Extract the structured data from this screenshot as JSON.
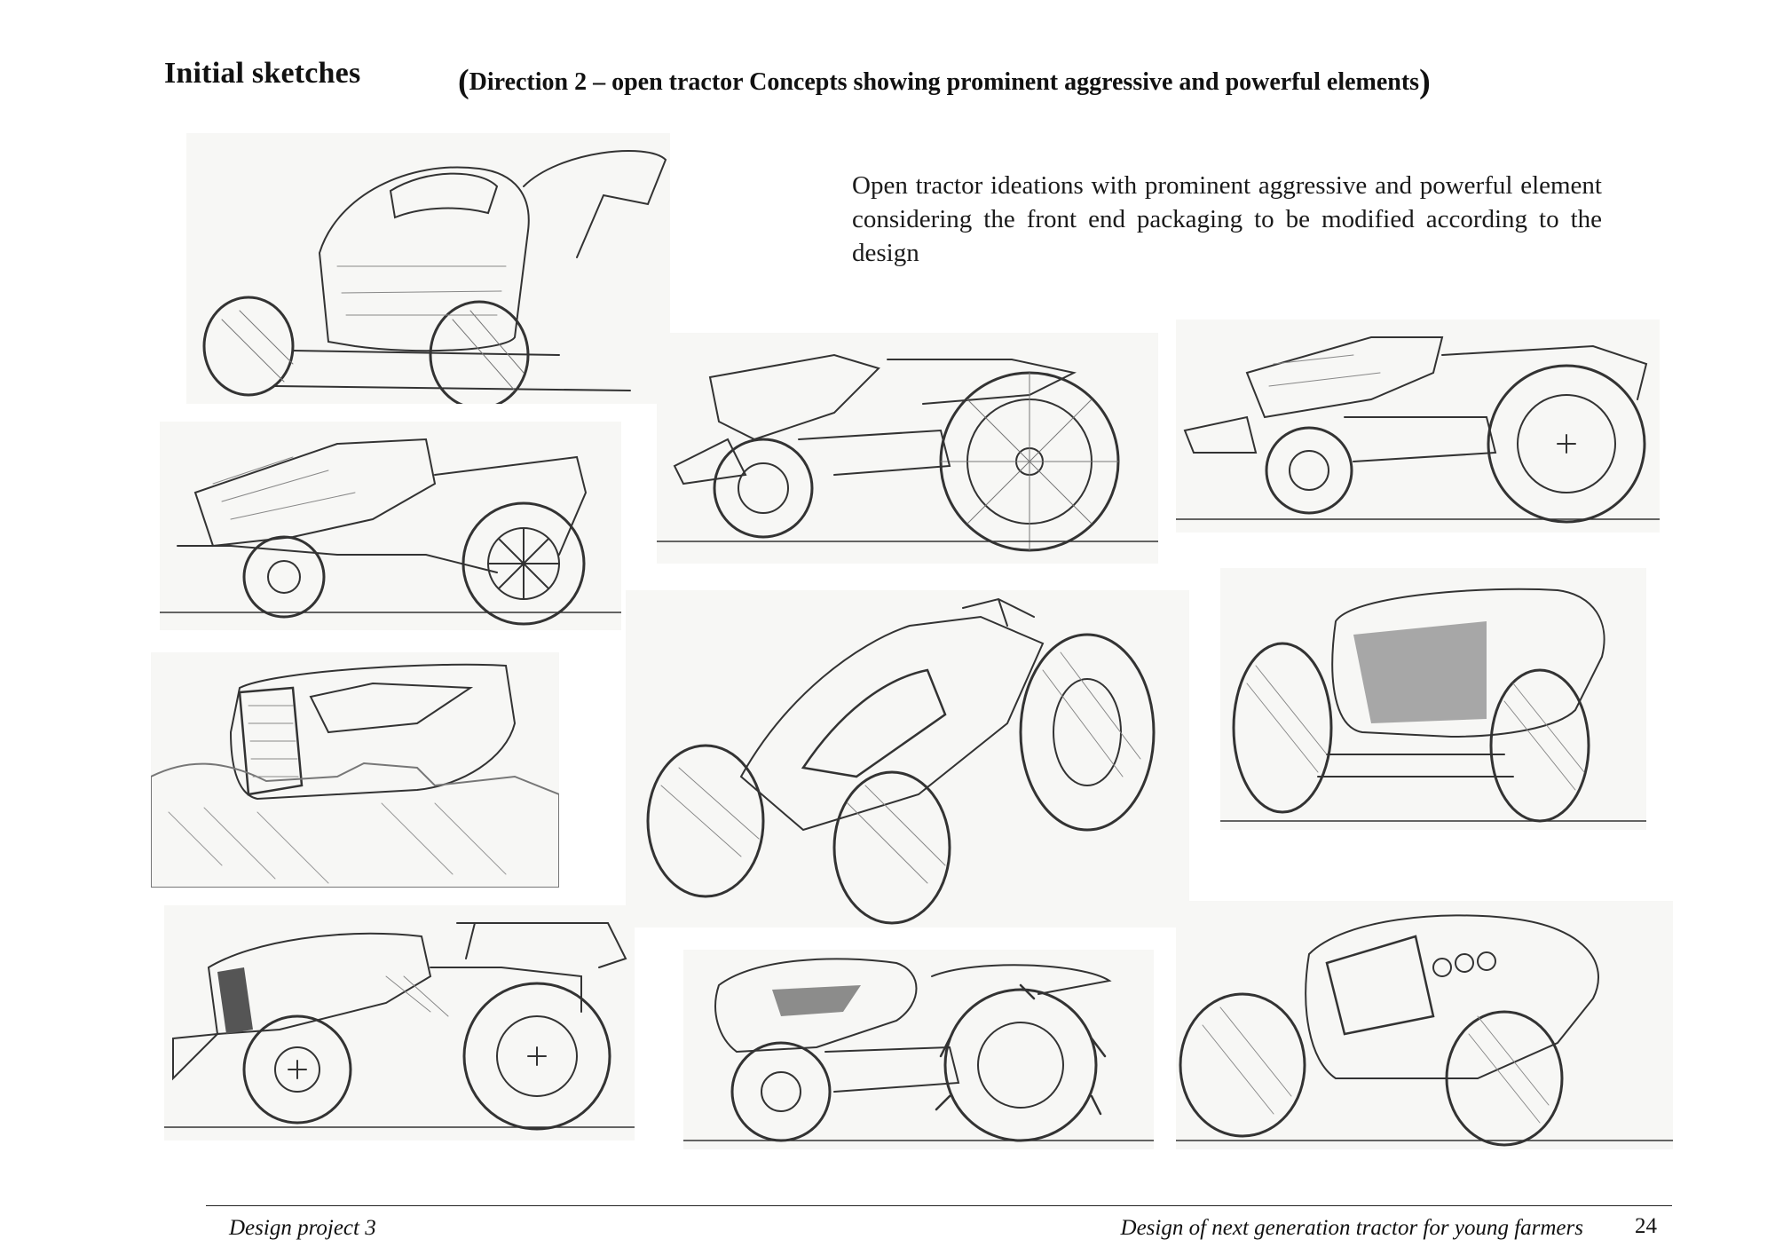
{
  "header": {
    "title": "Initial sketches",
    "subtitle": "Direction 2 – open tractor Concepts showing  prominent aggressive and powerful elements"
  },
  "description": "Open tractor ideations with prominent aggressive and powerful element considering the front end packaging to be modified according to the design",
  "footer": {
    "left": "Design project 3",
    "right": "Design of next generation tractor for young farmers",
    "page_number": "24"
  }
}
